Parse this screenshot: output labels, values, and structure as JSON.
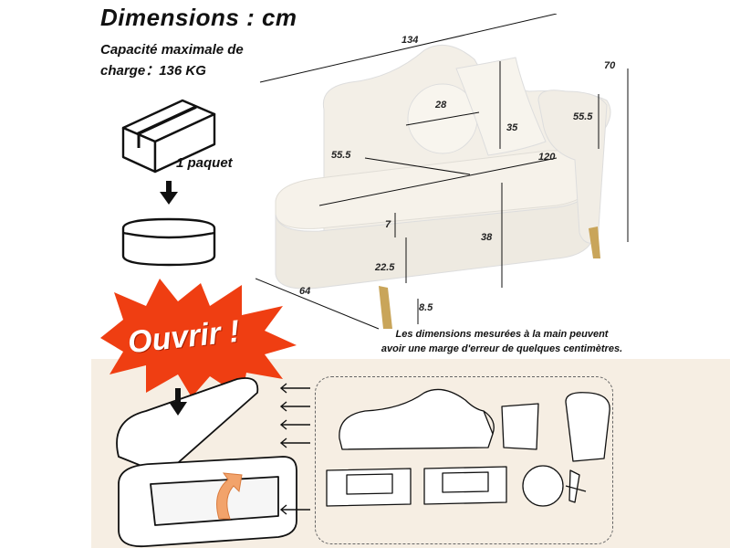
{
  "header": {
    "title": "Dimensions : cm",
    "capacity_line1": "Capacité maximale de",
    "capacity_line2": "charge：136 KG"
  },
  "package": {
    "label": "1 paquet"
  },
  "dimensions": {
    "length": "134",
    "height_total": "70",
    "pillow_round": "28",
    "pillow_square": "35",
    "backrest_height": "55.5",
    "seat_depth": "55.5",
    "seat_length": "120",
    "lid_thickness": "7",
    "seat_height": "38",
    "storage_depth": "22.5",
    "width": "64",
    "leg_height": "8.5"
  },
  "note": {
    "line1": "Les dimensions mesurées à la main peuvent",
    "line2": "avoir une marge d'erreur de quelques centimètres."
  },
  "badge": {
    "label": "Ouvrir !"
  },
  "colors": {
    "fabric": "#f3efe7",
    "burst": "#ef3e12",
    "panel": "#f6eee3",
    "gold": "#c9a55a"
  }
}
